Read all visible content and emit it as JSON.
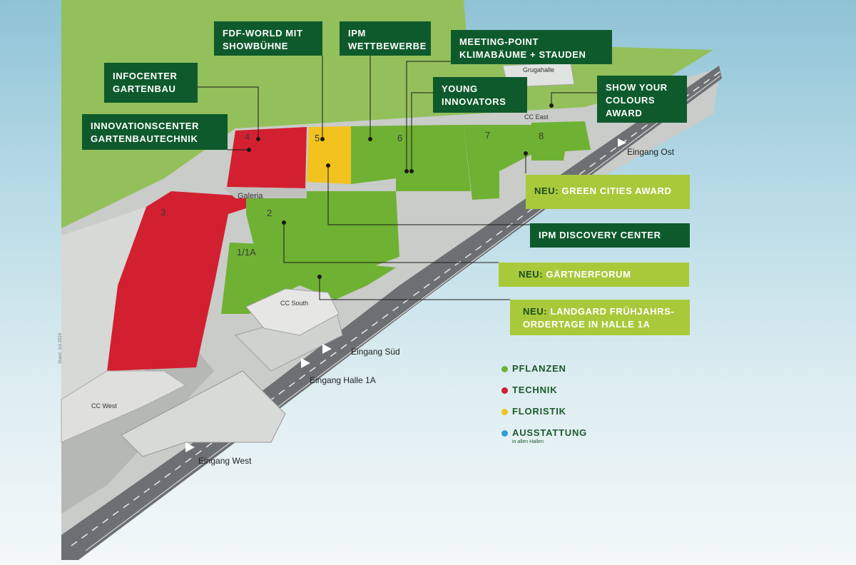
{
  "colors": {
    "pflanzen": "#6fb133",
    "technik": "#d32030",
    "floristik": "#f2c31f",
    "ausstattung": "#2d9fd8",
    "label_dark": "#0e5a2c",
    "label_lime": "#a8c93a"
  },
  "halls": {
    "h1": "1/1A",
    "h2": "2",
    "h3": "3",
    "h4": "4",
    "h5": "5",
    "h6": "6",
    "h7": "7",
    "h8": "8"
  },
  "places": {
    "galeria": "Galeria",
    "cc_south": "CC South",
    "cc_east": "CC East",
    "cc_west": "CC West",
    "grugahalle": "Grugahalle"
  },
  "entrances": {
    "ost": "Eingang Ost",
    "sued": "Eingang Süd",
    "halle1a": "Eingang Halle 1A",
    "west": "Eingang West"
  },
  "labels": {
    "fdf": "FDF-WORLD MIT\nSHOWBÜHNE",
    "ipm_wett": "IPM\nWETTBEWERBE",
    "meeting": "MEETING-POINT\nKLIMABÄUME + STAUDEN",
    "infocenter": "INFOCENTER\nGARTENBAU",
    "young": "YOUNG\nINNOVATORS",
    "show_colours": "SHOW YOUR\nCOLOURS\nAWARD",
    "innovation": "INNOVATIONSCENTER\nGARTENBAUTECHNIK",
    "green_cities_neu": "NEU:",
    "green_cities": "GREEN CITIES AWARD",
    "discovery": "IPM DISCOVERY CENTER",
    "gaertner_neu": "NEU:",
    "gaertner": "GÄRTNERFORUM",
    "landgard_neu": "NEU:",
    "landgard": "LANDGARD FRÜHJAHRS-\nORDERTAGE IN HALLE 1A"
  },
  "legend": {
    "pflanzen": "PFLANZEN",
    "technik": "TECHNIK",
    "floristik": "FLORISTIK",
    "ausstattung": "AUSSTATTUNG",
    "ausstattung_sub": "in allen Hallen"
  },
  "stand": "Stand: Juli 2024"
}
